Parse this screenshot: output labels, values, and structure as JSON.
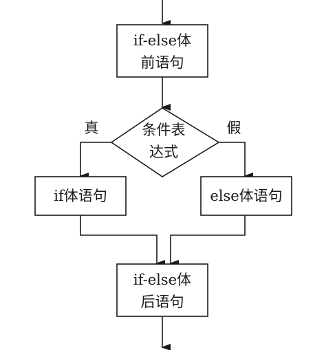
{
  "diagram": {
    "type": "flowchart",
    "nodes": {
      "pre": {
        "lines": [
          "if-else体",
          "前语句"
        ]
      },
      "condition": {
        "lines": [
          "条件表",
          "达式"
        ]
      },
      "if_body": {
        "lines": [
          "if体语句"
        ]
      },
      "else_body": {
        "lines": [
          "else体语句"
        ]
      },
      "post": {
        "lines": [
          "if-else体",
          "后语句"
        ]
      }
    },
    "edge_labels": {
      "true": "真",
      "false": "假"
    }
  }
}
